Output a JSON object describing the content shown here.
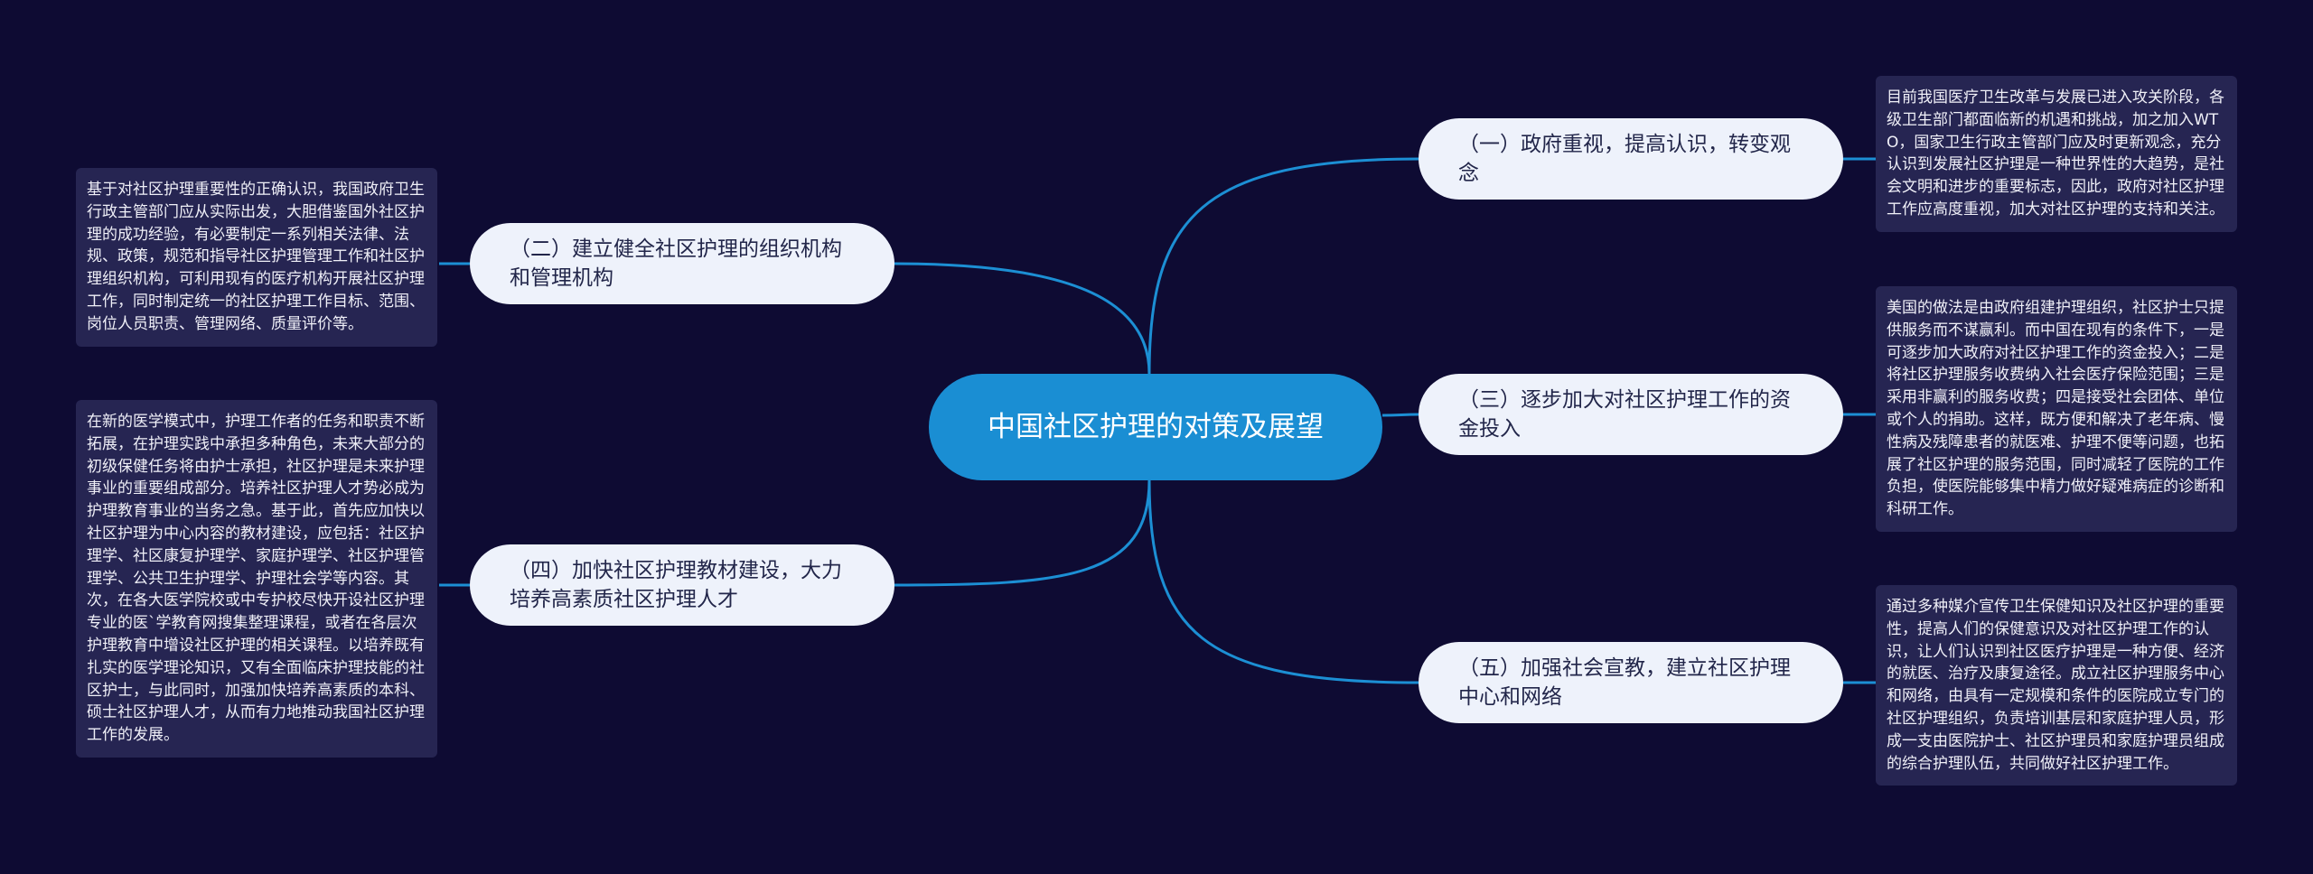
{
  "colors": {
    "background": "#0e0b33",
    "center": "#1a8ed3",
    "branch": "#eef2fb",
    "leaf": "#262552",
    "line": "#1c8fd4"
  },
  "center": {
    "label": "中国社区护理的对策及展望"
  },
  "branches": [
    {
      "label": "（一）政府重视，提高认识，转变观念",
      "text": "目前我国医疗卫生改革与发展已进入攻关阶段，各级卫生部门都面临新的机遇和挑战，加之加入WTO，国家卫生行政主管部门应及时更新观念，充分认识到发展社区护理是一种世界性的大趋势，是社会文明和进步的重要标志，因此，政府对社区护理工作应高度重视，加大对社区护理的支持和关注。"
    },
    {
      "label": "（二）建立健全社区护理的组织机构和管理机构",
      "text": "基于对社区护理重要性的正确认识，我国政府卫生行政主管部门应从实际出发，大胆借鉴国外社区护理的成功经验，有必要制定一系列相关法律、法规、政策，规范和指导社区护理管理工作和社区护理组织机构，可利用现有的医疗机构开展社区护理工作，同时制定统一的社区护理工作目标、范围、岗位人员职责、管理网络、质量评价等。"
    },
    {
      "label": "（三）逐步加大对社区护理工作的资金投入",
      "text": "美国的做法是由政府组建护理组织，社区护士只提供服务而不谋赢利。而中国在现有的条件下，一是可逐步加大政府对社区护理工作的资金投入；二是将社区护理服务收费纳入社会医疗保险范围；三是采用非赢利的服务收费；四是接受社会团体、单位或个人的捐助。这样，既方便和解决了老年病、慢性病及残障患者的就医难、护理不便等问题，也拓展了社区护理的服务范围，同时减轻了医院的工作负担，使医院能够集中精力做好疑难病症的诊断和科研工作。"
    },
    {
      "label": "（四）加快社区护理教材建设，大力培养高素质社区护理人才",
      "text": "在新的医学模式中，护理工作者的任务和职责不断拓展，在护理实践中承担多种角色，未来大部分的初级保健任务将由护士承担，社区护理是未来护理事业的重要组成部分。培养社区护理人才势必成为护理教育事业的当务之急。基于此，首先应加快以社区护理为中心内容的教材建设，应包括：社区护理学、社区康复护理学、家庭护理学、社区护理管理学、公共卫生护理学、护理社会学等内容。其次，在各大医学院校或中专护校尽快开设社区护理专业的医`学教育网搜集整理课程，或者在各层次护理教育中增设社区护理的相关课程。以培养既有扎实的医学理论知识，又有全面临床护理技能的社区护士，与此同时，加强加快培养高素质的本科、硕士社区护理人才，从而有力地推动我国社区护理工作的发展。"
    },
    {
      "label": "（五）加强社会宣教，建立社区护理中心和网络",
      "text": "通过多种媒介宣传卫生保健知识及社区护理的重要性，提高人们的保健意识及对社区护理工作的认识，让人们认识到社区医疗护理是一种方便、经济的就医、治疗及康复途径。成立社区护理服务中心和网络，由具有一定规模和条件的医院成立专门的社区护理组织，负责培训基层和家庭护理人员，形成一支由医院护士、社区护理员和家庭护理员组成的综合护理队伍，共同做好社区护理工作。"
    }
  ]
}
